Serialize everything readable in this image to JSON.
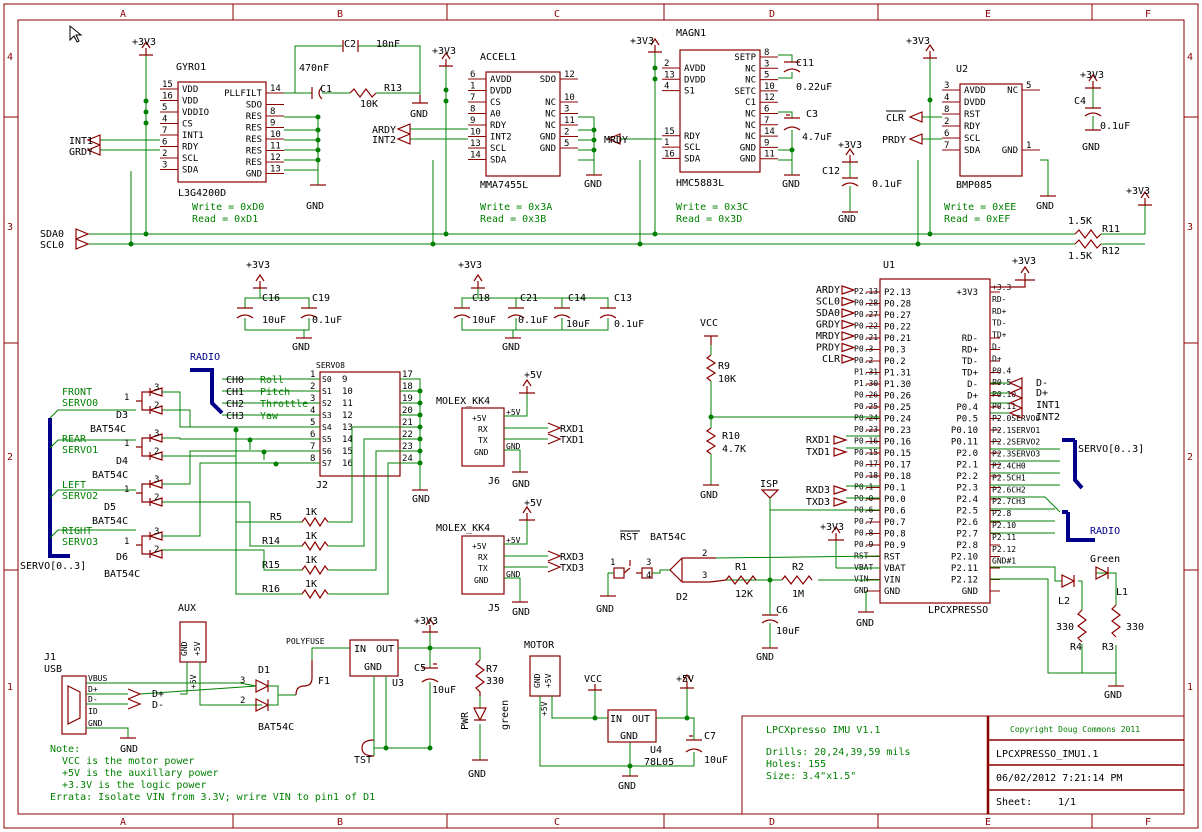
{
  "frame": {
    "cols": [
      "A",
      "B",
      "C",
      "D",
      "E",
      "F"
    ],
    "rows": [
      "4",
      "3",
      "2",
      "1"
    ]
  },
  "title_block": {
    "project": "LPCXpresso IMU V1.1",
    "drills": "Drills: 20,24,39,59 mils",
    "holes": "Holes: 155",
    "size": "Size: 3.4\"x1.5\"",
    "copyright": "Copyright Doug Commons 2011",
    "filename": "LPCXPRESSO_IMU1.1",
    "date": "06/02/2012 7:21:14 PM",
    "sheet_label": "Sheet:",
    "sheet_value": "1/1"
  },
  "parts": {
    "gyro": {
      "name": "GYRO1",
      "part": "L3G4200D",
      "left_pins": [
        "VDD",
        "VDD",
        "VDDIO",
        "CS",
        "INT1",
        "RDY",
        "SCL",
        "SDA"
      ],
      "left_nums": [
        "15",
        "16",
        "5",
        "4",
        "7",
        "6",
        "2",
        "3"
      ],
      "right_pins": [
        "PLLFILT",
        "SDO",
        "RES",
        "RES",
        "RES",
        "RES",
        "RES",
        "GND"
      ],
      "right_nums": [
        "14",
        "",
        "8",
        "9",
        "10",
        "11",
        "12",
        "13"
      ],
      "write": "Write = 0xD0",
      "read": "Read = 0xD1"
    },
    "accel": {
      "name": "ACCEL1",
      "part": "MMA7455L",
      "left_pins": [
        "AVDD",
        "DVDD",
        "CS",
        "A0",
        "RDY",
        "INT2",
        "SCL",
        "SDA"
      ],
      "left_nums": [
        "6",
        "1",
        "7",
        "8",
        "9",
        "10",
        "13",
        "14"
      ],
      "right_pins": [
        "SDO",
        "",
        "NC",
        "NC",
        "NC",
        "GND",
        "GND"
      ],
      "right_nums": [
        "12",
        "",
        "10",
        "3",
        "11",
        "2",
        "5"
      ],
      "write": "Write = 0x3A",
      "read": "Read = 0x3B"
    },
    "magn": {
      "name": "MAGN1",
      "part": "HMC5883L",
      "left_pins": [
        "AVDD",
        "DVDD",
        "S1",
        "",
        "",
        "",
        "RDY",
        "SCL",
        "SDA"
      ],
      "left_nums": [
        "2",
        "13",
        "4",
        "",
        "",
        "",
        "15",
        "1",
        "16"
      ],
      "right_pins": [
        "SETP",
        "NC",
        "NC",
        "SETC",
        "C1",
        "NC",
        "NC",
        "NC",
        "GND",
        "GND"
      ],
      "right_nums": [
        "8",
        "3",
        "5",
        "10",
        "12",
        "6",
        "7",
        "14",
        "9",
        "11"
      ],
      "write": "Write = 0x3C",
      "read": "Read = 0x3D"
    },
    "baro": {
      "name": "U2",
      "part": "BMP085",
      "left_pins": [
        "AVDD",
        "DVDD",
        "RST",
        "RDY",
        "SCL",
        "SDA"
      ],
      "left_nums": [
        "3",
        "4",
        "8",
        "2",
        "6",
        "7"
      ],
      "right_pins": [
        "NC",
        "",
        "",
        "",
        "",
        "GND"
      ],
      "right_nums": [
        "5",
        "",
        "",
        "",
        "",
        "1"
      ],
      "write": "Write = 0xEE",
      "read": "Read = 0xEF"
    },
    "u1": {
      "name": "U1",
      "part": "LPCXPRESSO",
      "left_ports": [
        "ARDY",
        "SCL0",
        "SDA0",
        "GRDY",
        "MRDY",
        "PRDY",
        "CLR"
      ],
      "left_pins": [
        "P2.13",
        "P0.28",
        "P0.27",
        "P0.22",
        "P0.21",
        "P0.3",
        "P0.2",
        "P1.31",
        "P1.30",
        "P0.26",
        "P0.25",
        "P0.24",
        "P0.23",
        "P0.16",
        "P0.15",
        "P0.17",
        "P0.18",
        "P0.1",
        "P0.0",
        "P0.6",
        "P0.7",
        "P0.8",
        "P0.9",
        "RST",
        "VBAT",
        "VIN",
        "GND"
      ],
      "mid_left": [
        "P2.13",
        "P0.28",
        "P0.27",
        "P0.22",
        "P0.21",
        "P0.3",
        "P0.2",
        "P1.31",
        "P1.30",
        "P0.26",
        "P0.25",
        "P0.24",
        "P0.23",
        "P0.16",
        "P0.15",
        "P0.17",
        "P0.18",
        "P0.1",
        "P0.0",
        "P0.6",
        "P0.7",
        "P0.8",
        "P0.9",
        "RST",
        "VBAT",
        "VIN",
        "GND"
      ],
      "mid_right": [
        "+3V3",
        "",
        "",
        "",
        "RD-",
        "RD+",
        "TD-",
        "TD+",
        "D-",
        "D+",
        "P0.4",
        "P0.5",
        "P0.10",
        "P0.11",
        "P2.0",
        "P2.1",
        "P2.2",
        "P2.3",
        "P2.4",
        "P2.5",
        "P2.6",
        "P2.7",
        "P2.8",
        "P2.10",
        "P2.11",
        "P2.12",
        "GND"
      ],
      "right_pins": [
        "+3.3",
        "RD-",
        "RD+",
        "TD-",
        "TD+",
        "D-",
        "D+",
        "P0.4",
        "P0.5",
        "P0.10",
        "P0.11",
        "P2.0SERVO0",
        "P2.1SERVO1",
        "P2.2SERVO2",
        "P2.3SERVO3",
        "P2.4CH0",
        "P2.5CH1",
        "P2.6CH2",
        "P2.7CH3",
        "P2.8",
        "P2.10",
        "P2.11",
        "P2.12",
        "GND#1"
      ],
      "right_ports": [
        "D-",
        "D+",
        "INT1",
        "INT2"
      ]
    },
    "j2": {
      "name": "J2",
      "header": "SERVO8",
      "left_nums": [
        "1",
        "2",
        "3",
        "4",
        "5",
        "6",
        "7",
        "8"
      ],
      "left_pins": [
        "S0",
        "S1",
        "S2",
        "S3",
        "S4",
        "S5",
        "S6",
        "S7"
      ],
      "mid_nums": [
        "9",
        "10",
        "11",
        "12",
        "13",
        "14",
        "15",
        "16"
      ],
      "right_nums": [
        "17",
        "18",
        "19",
        "20",
        "21",
        "22",
        "23",
        "24"
      ]
    },
    "radio_channels": [
      "CH0",
      "CH1",
      "CH2",
      "CH3"
    ],
    "radio_funcs": [
      "Roll",
      "Pitch",
      "Throttle",
      "Yaw"
    ],
    "j6": {
      "name": "J6",
      "title": "MOLEX_KK4",
      "pins": [
        "+5V",
        "RX",
        "TX",
        "GND"
      ],
      "nets": [
        "+5V",
        "RXD1",
        "TXD1",
        "GND"
      ]
    },
    "j5": {
      "name": "J5",
      "title": "MOLEX_KK4",
      "pins": [
        "+5V",
        "RX",
        "TX",
        "GND"
      ],
      "nets": [
        "+5V",
        "RXD3",
        "TXD3",
        "GND"
      ]
    },
    "servo_groups": [
      "FRONT",
      "SERVO0",
      "REAR",
      "SERVO1",
      "LEFT",
      "SERVO2",
      "RIGHT",
      "SERVO3"
    ],
    "diodes": [
      "D3",
      "D4",
      "D5",
      "D6",
      "BAT54C",
      "BAT54C",
      "BAT54C",
      "BAT54C"
    ],
    "resistors": [
      "R5",
      "R14",
      "R15",
      "R16",
      "1K",
      "1K",
      "1K",
      "1K"
    ],
    "misc": {
      "c1": "C1",
      "c2": "C2",
      "c2v": "10nF",
      "c1v": "470nF",
      "r13": "R13",
      "r13v": "10K",
      "c11": "C11",
      "c11v": "0.22uF",
      "c3": "C3",
      "c3v": "4.7uF",
      "c12": "C12",
      "c12v": "0.1uF",
      "c4": "C4",
      "c4v": "0.1uF",
      "r11": "R11",
      "r12": "R12",
      "r11v": "1.5K",
      "r12v": "1.5K",
      "c16": "C16",
      "c19": "C19",
      "c18": "C18",
      "c21": "C21",
      "c14": "C14",
      "c13": "C13",
      "v10u": "10uF",
      "v01u": "0.1uF",
      "r9": "R9",
      "r9v": "10K",
      "r10": "R10",
      "r10v": "4.7K",
      "isp": "ISP",
      "rst": "RST",
      "d2": "D2",
      "d2p": "BAT54C",
      "r1": "R1",
      "r1v": "12K",
      "r2": "R2",
      "r2v": "1M",
      "c6": "C6",
      "c6v": "10uF",
      "l1": "L1",
      "l2": "L2",
      "green": "Green",
      "r3": "R3",
      "r4": "R4",
      "r3v": "330",
      "r4v": "330",
      "aux": "AUX",
      "j1": "J1",
      "usb": "USB",
      "usb_pins": [
        "VBUS",
        "D+",
        "D-",
        "ID",
        "GND"
      ],
      "d1": "D1",
      "d1p": "BAT54C",
      "polyfuse": "POLYFUSE",
      "f1": "F1",
      "u3": "U3",
      "in": "IN",
      "out": "OUT",
      "gnd": "GND",
      "c5": "C5",
      "c5v": "10uF",
      "r7": "R7",
      "r7v": "330",
      "pwr": "PWR",
      "green_lc": "green",
      "tst": "TST",
      "motor": "MOTOR",
      "u4": "U4",
      "u4p": "78L05",
      "c7": "C7",
      "c7v": "10uF",
      "p3v3": "+3V3",
      "p5v": "+5V",
      "vcc": "VCC",
      "sda0": "SDA0",
      "scl0": "SCL0",
      "int1": "INT1",
      "grdy": "GRDY",
      "int2": "INT2",
      "ardy": "ARDY",
      "mrdy": "MRDY",
      "prdy": "PRDY",
      "clr": "CLR",
      "radio": "RADIO",
      "servo_bus": "SERVO[0..3]",
      "txd1": "TXD1",
      "rxd1": "RXD1",
      "rxd3": "RXD3",
      "txd3": "TXD3",
      "dp": "D+",
      "dm": "D-"
    }
  },
  "notes": {
    "title": "Note:",
    "lines": [
      "VCC is the motor power",
      "+5V is the auxillary power",
      "+3.3V is the logic power"
    ],
    "errata": "Errata: Isolate VIN from 3.3V; wrire VIN to pin1 of D1"
  }
}
